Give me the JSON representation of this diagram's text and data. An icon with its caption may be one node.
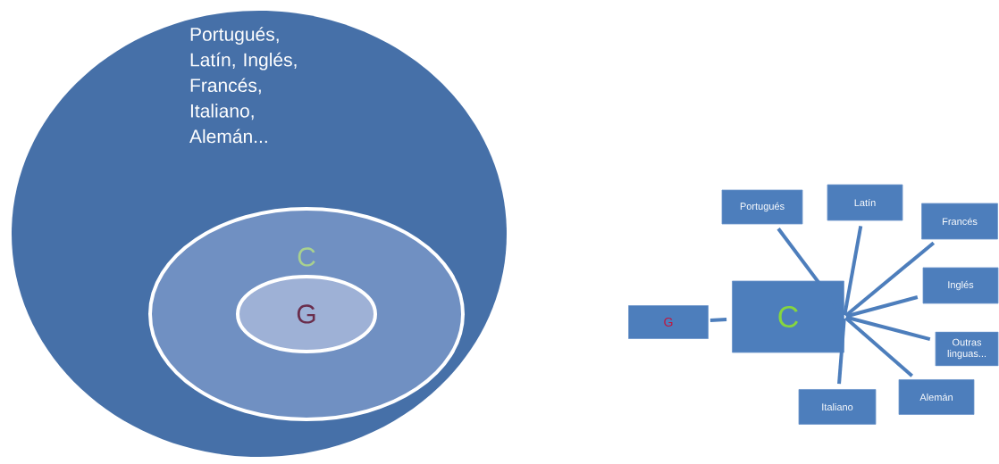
{
  "diagram": {
    "nodes": [
      {
        "text": [
          "Portugués, Latín, Inglés, Francés, Italiano, Alemán..."
        ]
      },
      {
        "text": [
          "C"
        ],
        "in": 0
      },
      {
        "text": [
          "G"
        ],
        "in": 1
      },
      {
        "text": [
          "G"
        ]
      },
      {
        "text": [
          "C"
        ]
      },
      {
        "text": [
          "Portugués"
        ]
      },
      {
        "text": [
          "Latín"
        ]
      },
      {
        "text": [
          "Francés"
        ]
      },
      {
        "text": [
          "Inglés"
        ]
      },
      {
        "text": [
          "Outras linguas..."
        ]
      },
      {
        "text": [
          "Alemán"
        ]
      },
      {
        "text": [
          "Italiano"
        ]
      }
    ],
    "edges": [
      {
        "from": 3,
        "to": 4,
        "arrow": "none"
      },
      {
        "from": 4,
        "to": 5,
        "arrow": "none"
      },
      {
        "from": 4,
        "to": 6,
        "arrow": "none"
      },
      {
        "from": 4,
        "to": 7,
        "arrow": "none"
      },
      {
        "from": 4,
        "to": 8,
        "arrow": "none"
      },
      {
        "from": 4,
        "to": 9,
        "arrow": "none"
      },
      {
        "from": 4,
        "to": 10,
        "arrow": "none"
      },
      {
        "from": 4,
        "to": 11,
        "arrow": "none"
      }
    ]
  }
}
